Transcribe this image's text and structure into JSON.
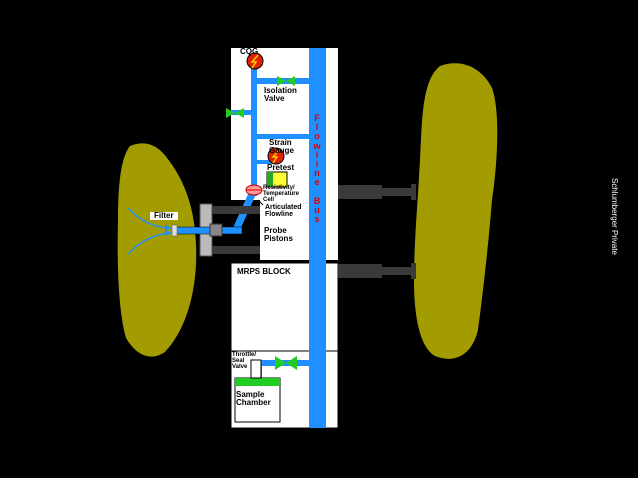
{
  "diagram": {
    "labels": {
      "cqg": "CQG",
      "isolation_valve": "Isolation\nValve",
      "strain_gauge": "Strain\nGauge",
      "pretest": "Pretest",
      "resistivity_cell": "Resistivity/\nTemperature\nCell",
      "articulated_flowline": "Articulated\nFlowline",
      "probe_pistons": "Probe\nPistons",
      "filter": "Filter",
      "mrps_block": "MRPS BLOCK",
      "throttle_seal_valve": "Throttle/\nSeal\nValve",
      "sample_chamber": "Sample\nChamber"
    },
    "flowline_bus_letters": [
      "F",
      "l",
      "o",
      "w",
      "l",
      "i",
      "n",
      "e",
      " ",
      "B",
      "u",
      "s"
    ],
    "side_text": "Schlumberger Private"
  },
  "colors": {
    "background": "#000000",
    "formation": "#a39c00",
    "flowline": "#1e90ff",
    "valve_green": "#22cc22",
    "gauge_red": "#e02000",
    "bus_text": "#e00000",
    "tool_gray": "#3a3a3a"
  }
}
